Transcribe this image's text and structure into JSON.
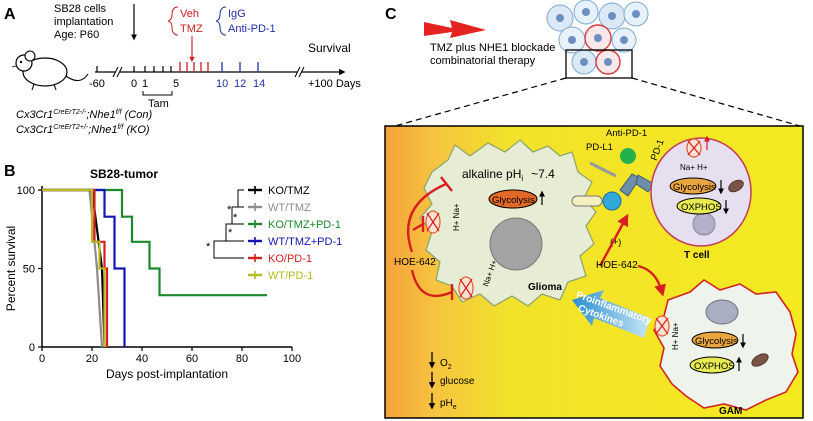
{
  "panels": {
    "a": "A",
    "b": "B",
    "c": "C"
  },
  "panel_a": {
    "title_lines": [
      "SB28 cells",
      "implantation",
      "Age: P60"
    ],
    "veh": "Veh",
    "tmz": "TMZ",
    "igg": "IgG",
    "anti_pd1": "Anti-PD-1",
    "survival": "Survival",
    "tam": "Tam",
    "ticks": [
      "-60",
      "0",
      "1",
      "5",
      "10",
      "12",
      "14",
      "+100 Days"
    ],
    "genotype_con_base": "Cx3Cr1",
    "genotype_con_sup": "CreErT2-/-",
    "genotype_con_rest": ";Nhe1",
    "genotype_con_sup2": "f/f",
    "genotype_con_tag": " (Con)",
    "genotype_ko_base": "Cx3Cr1",
    "genotype_ko_sup": "CreErT2+/-",
    "genotype_ko_rest": ";Nhe1",
    "genotype_ko_sup2": "f/f",
    "genotype_ko_tag": " (KO)"
  },
  "panel_c": {
    "banner_line1": "TMZ plus NHE1 blockade",
    "banner_line2": "combinatorial therapy",
    "alkaline": "alkaline pH",
    "alkaline_sub": "i",
    "alkaline_val": "~7.4",
    "glycolysis": "Glycolysis",
    "oxphos": "OXPHOS",
    "glioma": "Glioma",
    "tcell": "T cell",
    "gam": "GAM",
    "anti_pd1": "Anti-PD-1",
    "pd_l1": "PD-L1",
    "pd_1": "PD-1",
    "hoe_left": "HOE-642",
    "hoe_right": "HOE-642",
    "plus": "(+)",
    "proinflammatory": "Proinflammatory",
    "cytokines": "Cytokines",
    "ions_hna": "H+ Na+",
    "ions_nah": "Na+ H+",
    "o2": "O",
    "o2_sub": "2",
    "glucose": "glucose",
    "phe": "pH",
    "phe_sub": "e"
  },
  "chart_data": {
    "type": "line",
    "title": "SB28-tumor",
    "xlabel": "Days post-implantation",
    "ylabel": "Percent survival",
    "xlim": [
      0,
      100
    ],
    "ylim": [
      0,
      100
    ],
    "xticks": [
      0,
      20,
      40,
      60,
      80,
      100
    ],
    "yticks": [
      0,
      50,
      100
    ],
    "series": [
      {
        "name": "KO/TMZ",
        "color": "#000000",
        "x": [
          0,
          20,
          20,
          24,
          24,
          25,
          25
        ],
        "y": [
          100,
          100,
          100,
          50,
          50,
          0,
          0
        ]
      },
      {
        "name": "WT/TMZ",
        "color": "#8c8c8c",
        "x": [
          0,
          19,
          19,
          22,
          22,
          24,
          24
        ],
        "y": [
          100,
          100,
          100,
          50,
          50,
          0,
          0
        ]
      },
      {
        "name": "KO/TMZ+PD-1",
        "color": "#1b8a2c",
        "x": [
          0,
          32,
          32,
          36,
          36,
          43,
          43,
          47,
          47,
          90
        ],
        "y": [
          100,
          100,
          83,
          83,
          67,
          67,
          50,
          50,
          33,
          33
        ]
      },
      {
        "name": "WT/TMZ+PD-1",
        "color": "#1414b4",
        "x": [
          0,
          25,
          25,
          29,
          29,
          33,
          33
        ],
        "y": [
          100,
          100,
          83,
          83,
          50,
          50,
          0
        ]
      },
      {
        "name": "KO/PD-1",
        "color": "#d42020",
        "x": [
          0,
          21,
          21,
          25,
          25,
          26,
          26
        ],
        "y": [
          100,
          100,
          67,
          67,
          50,
          50,
          0
        ]
      },
      {
        "name": "WT/PD-1",
        "color": "#b8b820",
        "x": [
          0,
          20,
          20,
          23,
          23,
          25,
          25
        ],
        "y": [
          100,
          100,
          67,
          67,
          50,
          50,
          0
        ]
      }
    ],
    "significance": [
      "*",
      "*",
      "*",
      "*"
    ]
  }
}
